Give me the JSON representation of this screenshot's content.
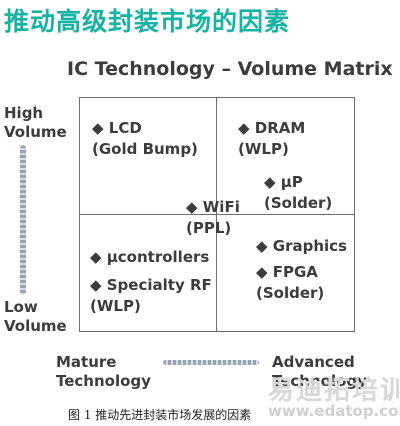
{
  "colors": {
    "title": "#17b3a3",
    "text": "#3c3c3c",
    "grid": "#6e6e6e"
  },
  "main_title": "推动高级封装市场的因素",
  "subtitle": "IC Technology – Volume Matrix",
  "axes": {
    "high_volume": [
      "High",
      "Volume"
    ],
    "low_volume": [
      "Low",
      "Volume"
    ],
    "mature": [
      "Mature",
      "Technology"
    ],
    "advanced": [
      "Advanced",
      "Technology"
    ]
  },
  "items": {
    "lcd": [
      "◆ LCD",
      "(Gold Bump)"
    ],
    "dram": [
      "◆ DRAM",
      "(WLP)"
    ],
    "up": [
      "◆ μP",
      "(Solder)"
    ],
    "wifi": [
      "◆ WiFi",
      "(PPL)"
    ],
    "graphics": [
      "◆ Graphics"
    ],
    "fpga": [
      "◆ FPGA",
      "(Solder)"
    ],
    "ucontrollers": [
      "◆ μcontrollers"
    ],
    "specialty_rf": [
      "◆ Specialty RF",
      "(WLP)"
    ]
  },
  "watermark": {
    "logo": "易迪拓培训",
    "url": "www.edatop.com"
  },
  "caption": "图 1  推动先进封装市场发展的因素"
}
